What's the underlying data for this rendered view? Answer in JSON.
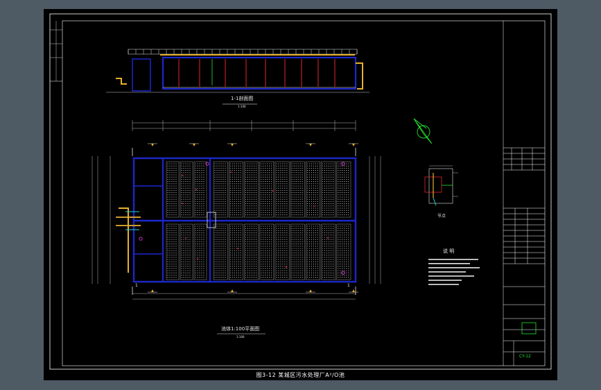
{
  "section_title": "1-1剖面图",
  "section_scale": "1:100",
  "plan_title": "池体1:100平面图",
  "plan_scale": "1:100",
  "detail_title": "节点",
  "notes_title": "说 明",
  "caption": "图3-12 某城区污水处理厂A²/O池",
  "section_mark_left": "1",
  "section_mark_right": "1",
  "tb_code": "CY-12",
  "colors": {
    "frame": "#ffffff",
    "wall": "#1c27c9",
    "diffuser": "#e6e6e6",
    "pipe": "#e8b030",
    "red": "#e0262c",
    "cyan": "#20d4d4",
    "green": "#24e52f",
    "magenta": "#e23be0"
  }
}
